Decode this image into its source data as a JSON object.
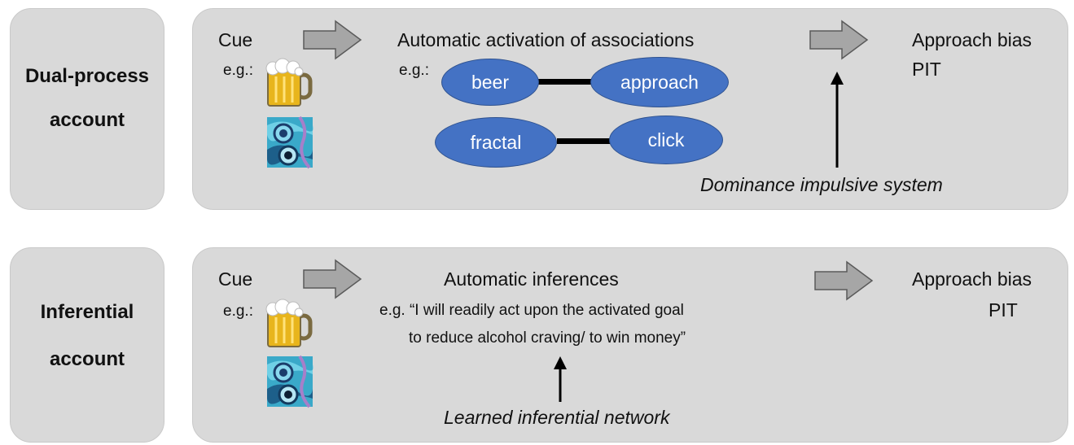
{
  "dual": {
    "label_line1": "Dual-process",
    "label_line2": "account",
    "cue": "Cue",
    "eg": "e.g.:",
    "assoc_title": "Automatic activation of associations",
    "assoc_eg": "e.g.:",
    "nodes": [
      "beer",
      "approach",
      "fractal",
      "click"
    ],
    "outcome_line1": "Approach bias",
    "outcome_line2": "PIT",
    "dominance": "Dominance impulsive system"
  },
  "inferential": {
    "label_line1": "Inferential",
    "label_line2": "account",
    "cue": "Cue",
    "eg": "e.g.:",
    "inference_title": "Automatic inferences",
    "inference_line1": "e.g. “I will readily act upon the activated goal",
    "inference_line2": "to reduce alcohol craving/ to win money”",
    "outcome_line1": "Approach bias",
    "outcome_line2": "PIT",
    "network": "Learned inferential network"
  },
  "colors": {
    "panel": "#d9d9d9",
    "node_fill": "#4472c4",
    "arrow_fill": "#a6a6a6"
  },
  "icons": [
    "beer-mug-icon",
    "fractal-image-icon"
  ]
}
